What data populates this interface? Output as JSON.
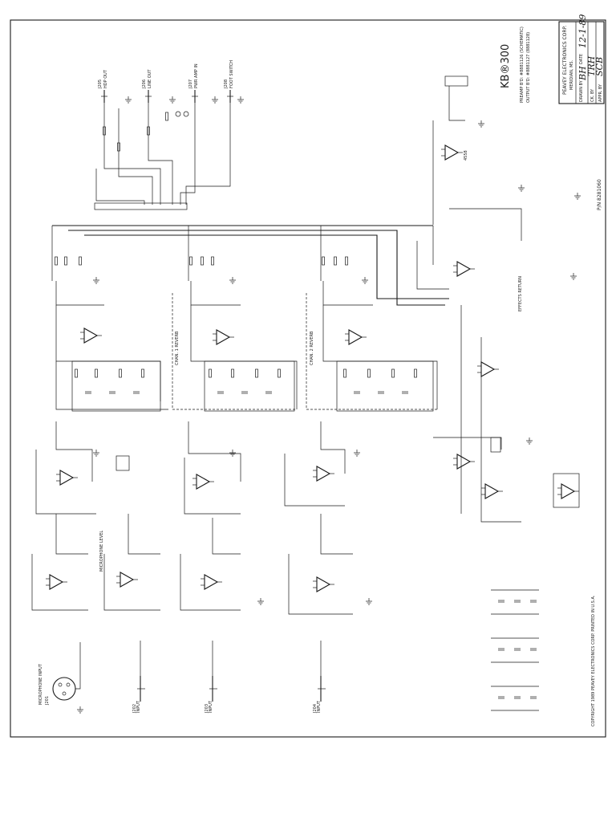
{
  "title_block": {
    "company": "PEAVEY ELECTRONICS CORP.",
    "city": "MERIDIAN, MS.",
    "model": "KB®300",
    "drawn_by_label": "DRAWN BY",
    "drawn_by": "BH",
    "date_label": "DATE",
    "date_value": "12-1-89",
    "checked_label": "CK. BY",
    "checked_by": "TRH",
    "approved_label": "APPR. BY",
    "approved_by": "SCB",
    "pn": "P/N 8281060",
    "ref1": "PREAMP B'D: #8881126 (SCHEMATIC)",
    "ref2": "OUTPUT B'D: #8881127 (8881128)"
  },
  "copyright": "COPYRIGHT 1989 PEAVEY ELECTRONICS CORP. PRINTED IN U.S.A.",
  "jacks": [
    {
      "id": "J201",
      "name": "MICROPHONE INPUT"
    },
    {
      "id": "J202",
      "name": "INPUT"
    },
    {
      "id": "J203",
      "name": "INPUT"
    },
    {
      "id": "J204",
      "name": "INPUT"
    },
    {
      "id": "J205",
      "name": "HDP OUT"
    },
    {
      "id": "J206",
      "name": "LINE OUT"
    },
    {
      "id": "J207",
      "name": "PWR AMP IN"
    },
    {
      "id": "J208",
      "name": "FOOT SWITCH"
    }
  ],
  "labels": {
    "mic_level": "MICROPHONE LEVEL",
    "chan1_reverb": "CHAN. 1 REVERB",
    "chan2_reverb": "CHAN. 2 REVERB",
    "effects_return": "EFFECTS RETURN"
  },
  "opamp_type": "4558",
  "notes": []
}
